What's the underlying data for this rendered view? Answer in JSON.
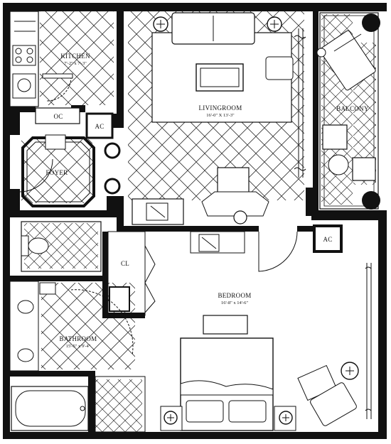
{
  "rooms": {
    "kitchen": {
      "name": "KITCHEN",
      "dims": "7'-2\" x 7'-3\""
    },
    "oc": {
      "name": "OC"
    },
    "ac_top": {
      "name": "AC"
    },
    "foyer": {
      "name": "FOYER"
    },
    "livingroom": {
      "name": "LIVINGROOM",
      "dims": "16'-0\" X 13'-3\""
    },
    "balcony": {
      "name": "BALCONY"
    },
    "ac_right": {
      "name": "AC"
    },
    "closet": {
      "name": "CL"
    },
    "bedroom": {
      "name": "BEDROOM",
      "dims": "16'-8\" x 14'-6\""
    },
    "bathroom": {
      "name": "BATHROOM",
      "dims": "15'-5\" x 9'-4\""
    }
  },
  "colors": {
    "wall": "#111111",
    "line": "#222222",
    "background": "#ffffff"
  }
}
